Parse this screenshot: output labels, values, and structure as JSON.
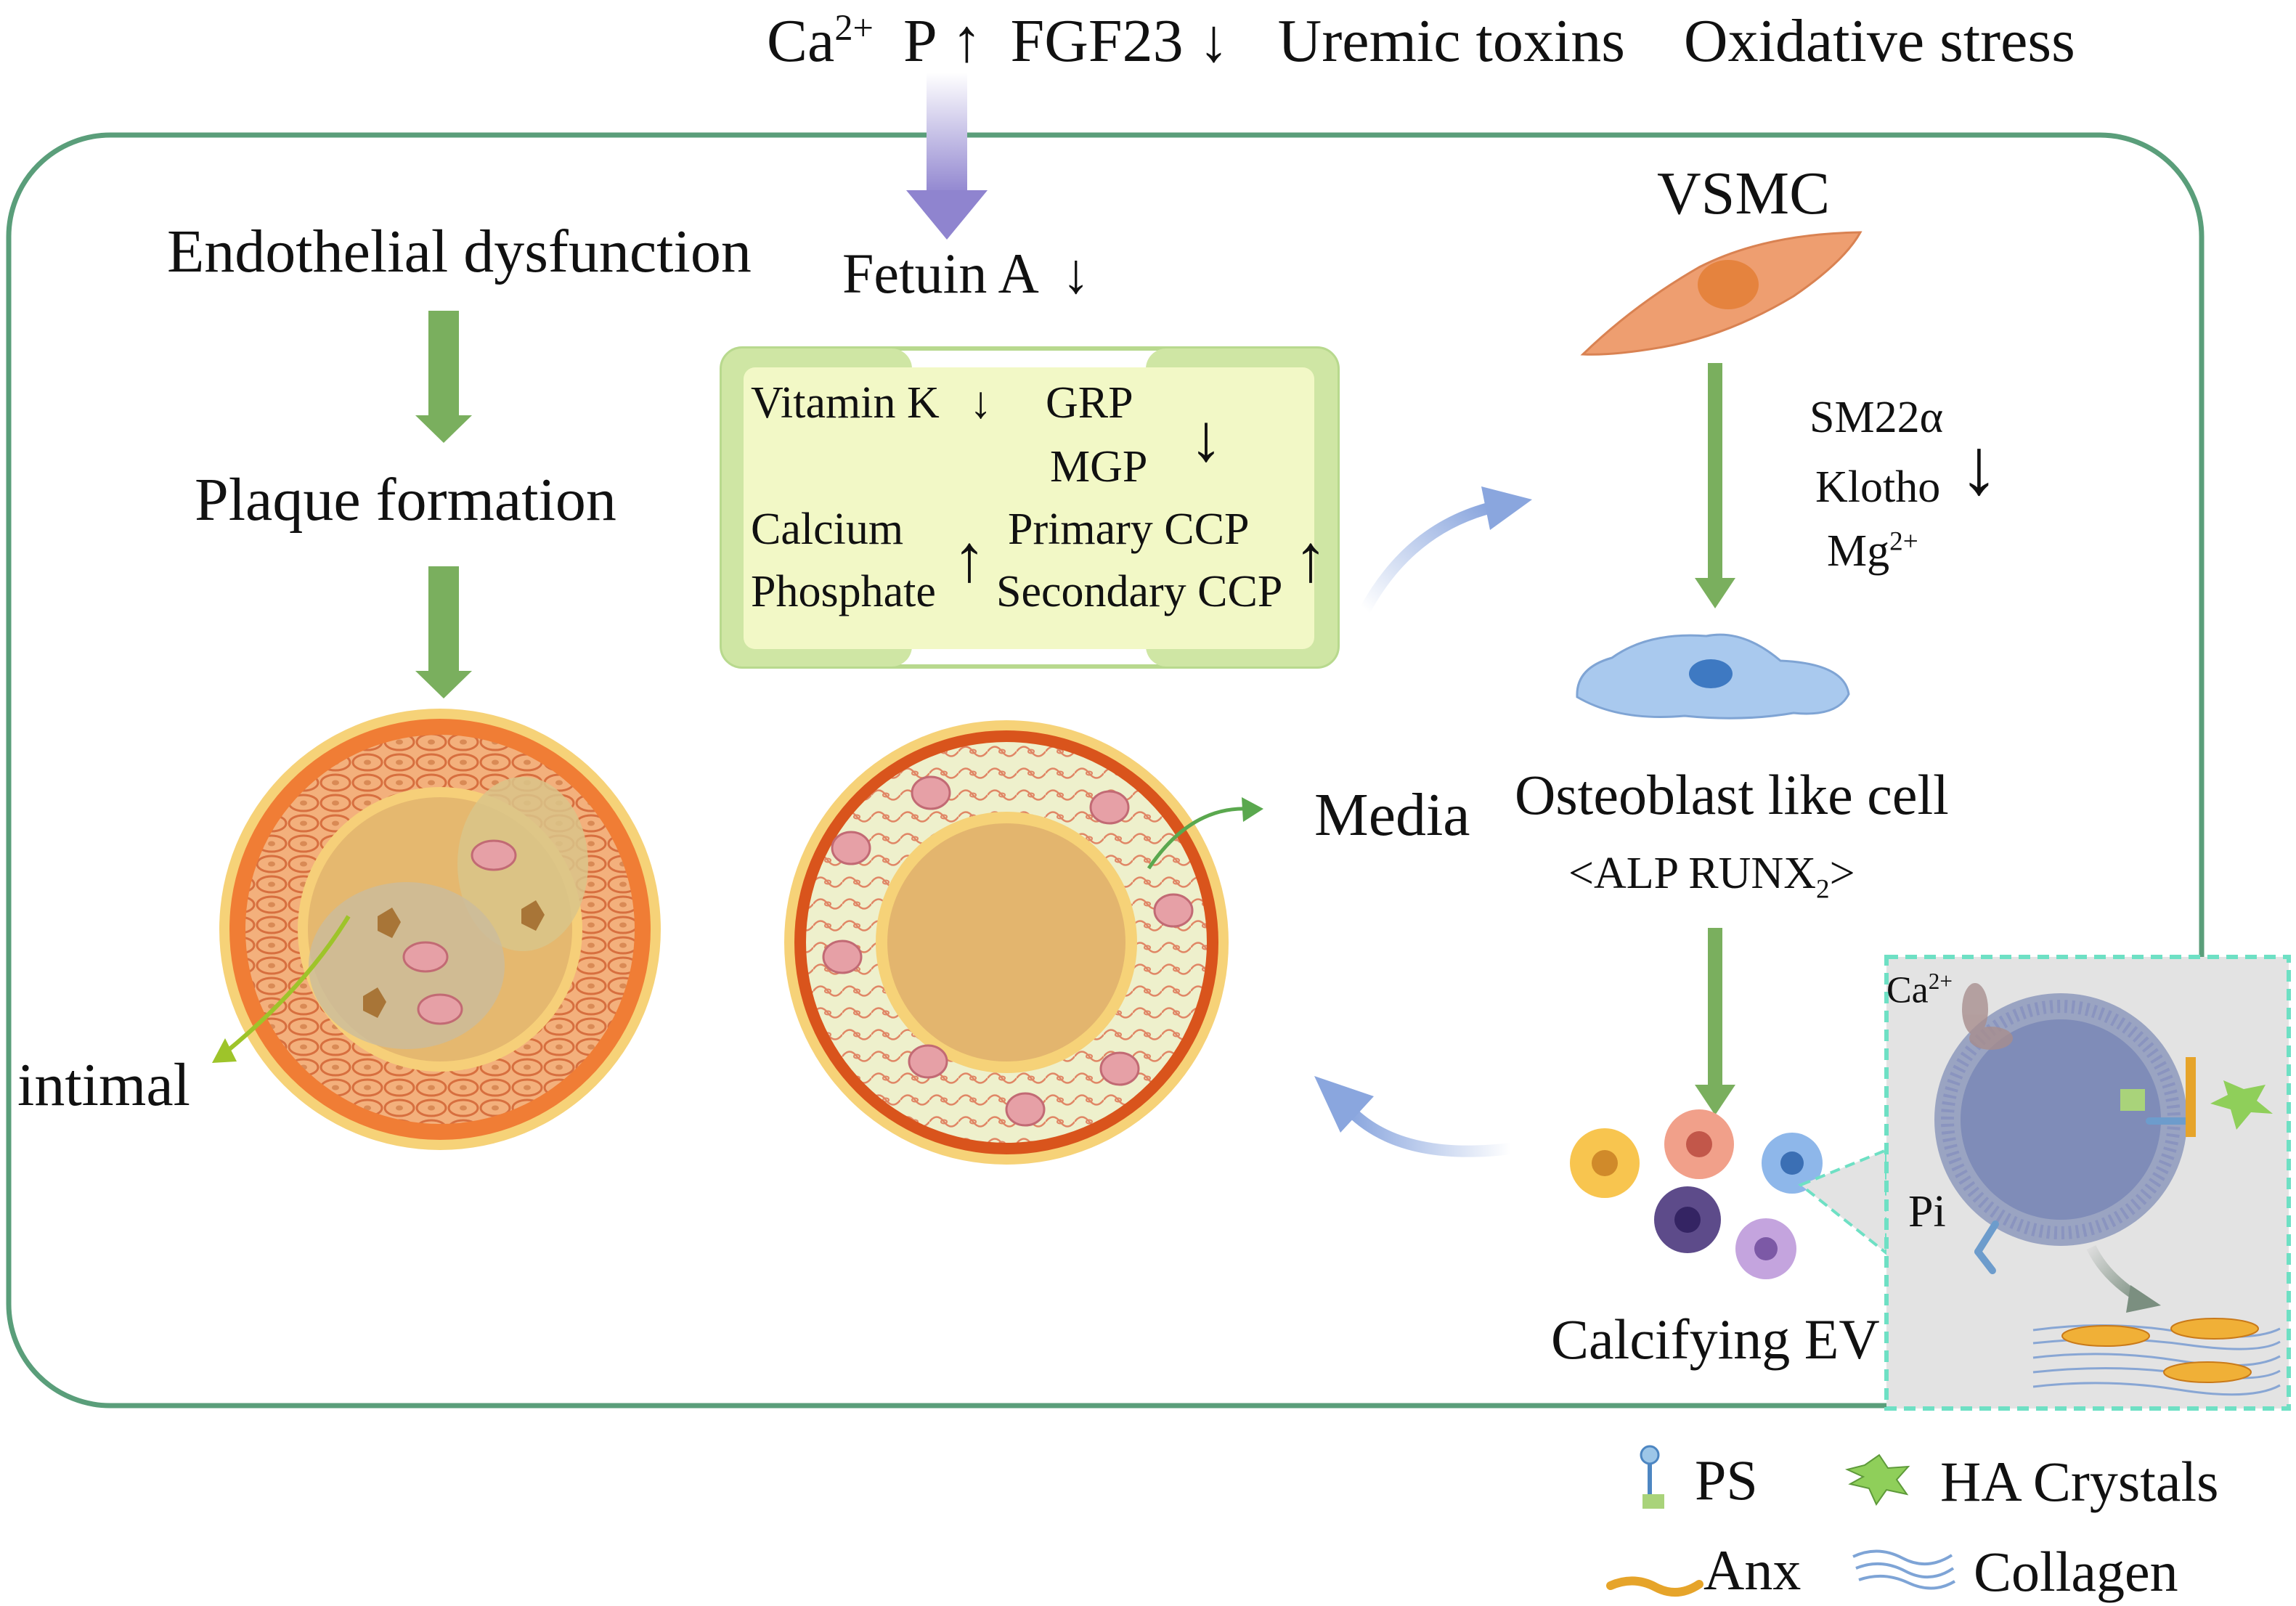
{
  "header": {
    "ca_base": "Ca",
    "ca_sup": "2+",
    "p_label": "P",
    "fgf23_label": "FGF23",
    "uremic_toxins": "Uremic toxins",
    "oxidative_stress": "Oxidative stress"
  },
  "left_column": {
    "endothelial": "Endothelial dysfunction",
    "plaque": "Plaque formation",
    "intimal": "intimal"
  },
  "fetuin": {
    "label": "Fetuin A",
    "arrow": "↓"
  },
  "factor_box": {
    "vitamin_k": "Vitamin K",
    "vitamin_k_arrow": "↓",
    "grp": "GRP",
    "mgp": "MGP",
    "grp_mgp_arrow": "↓",
    "calcium": "Calcium",
    "phosphate": "Phosphate",
    "ca_p_arrow": "↑",
    "primary_ccp": "Primary CCP",
    "secondary_ccp": "Secondary CCP",
    "ccp_arrow": "↑"
  },
  "media_label": "Media",
  "right_column": {
    "vsmc": "VSMC",
    "sm22a": "SM22α",
    "klotho": "Klotho",
    "mg_base": "Mg",
    "mg_sup": "2+",
    "markers_arrow": "↓",
    "osteoblast": "Osteoblast like cell",
    "alp_prefix": "<ALP  RUNX",
    "alp_sub": "2",
    "alp_suffix": ">",
    "calcifying_ev": "Calcifying EV"
  },
  "inset": {
    "ca_base": "Ca",
    "ca_sup": "2+",
    "pi": "Pi"
  },
  "legend": {
    "ps": "PS",
    "ha_crystals": "HA Crystals",
    "anx": "Anx",
    "collagen": "Collagen"
  },
  "colors": {
    "frame_green": "#5a9e7a",
    "arrow_green": "#7aaf5e",
    "arrow_purple": "#8f84cf",
    "arrow_blue": "#9db2e2",
    "box_fill": "#f2f8c6",
    "box_border": "#b8d98e",
    "vsmc_orange": "#ee9e70",
    "osteo_blue": "#a9c9ee",
    "inset_border": "#6ee0c4"
  }
}
